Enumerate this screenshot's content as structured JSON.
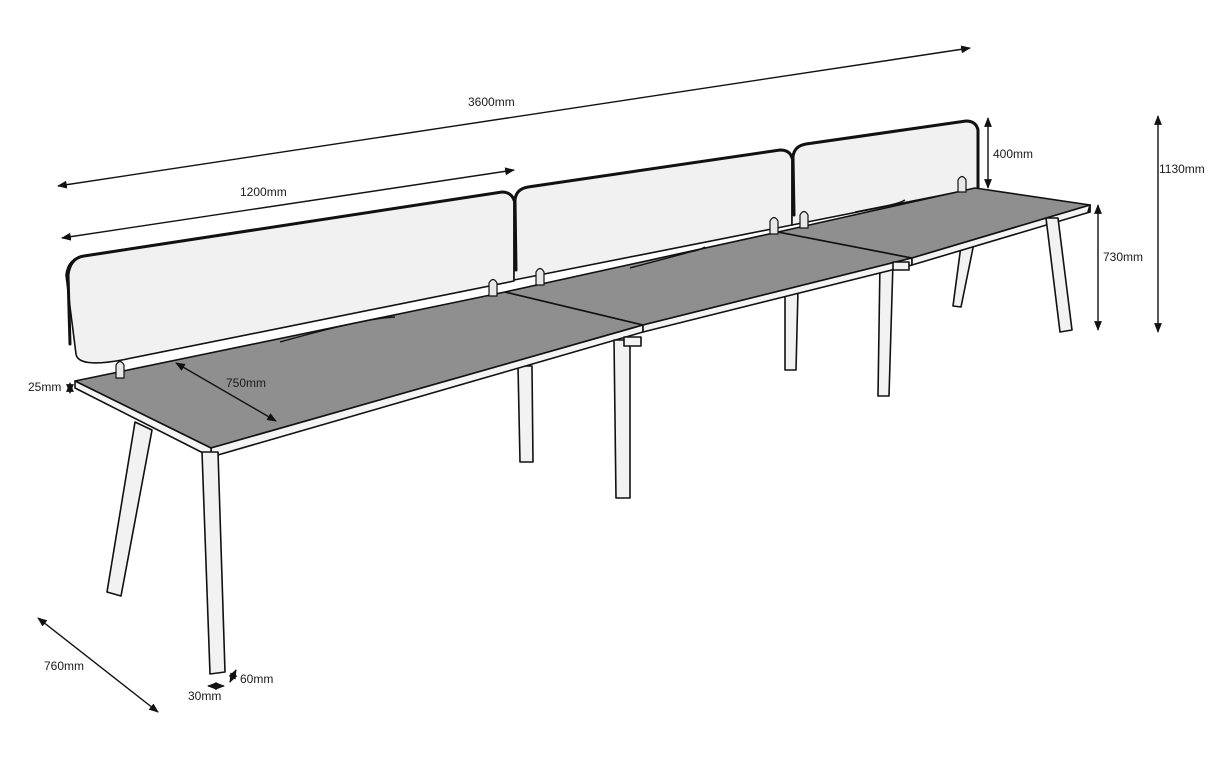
{
  "dimensions": {
    "overall_length": "3600mm",
    "desk_width": "1200mm",
    "screen_height": "400mm",
    "total_height": "1130mm",
    "desk_height": "730mm",
    "top_thickness": "25mm",
    "desk_depth_top": "750mm",
    "overall_depth": "760mm",
    "leg_depth": "60mm",
    "leg_width": "30mm"
  }
}
